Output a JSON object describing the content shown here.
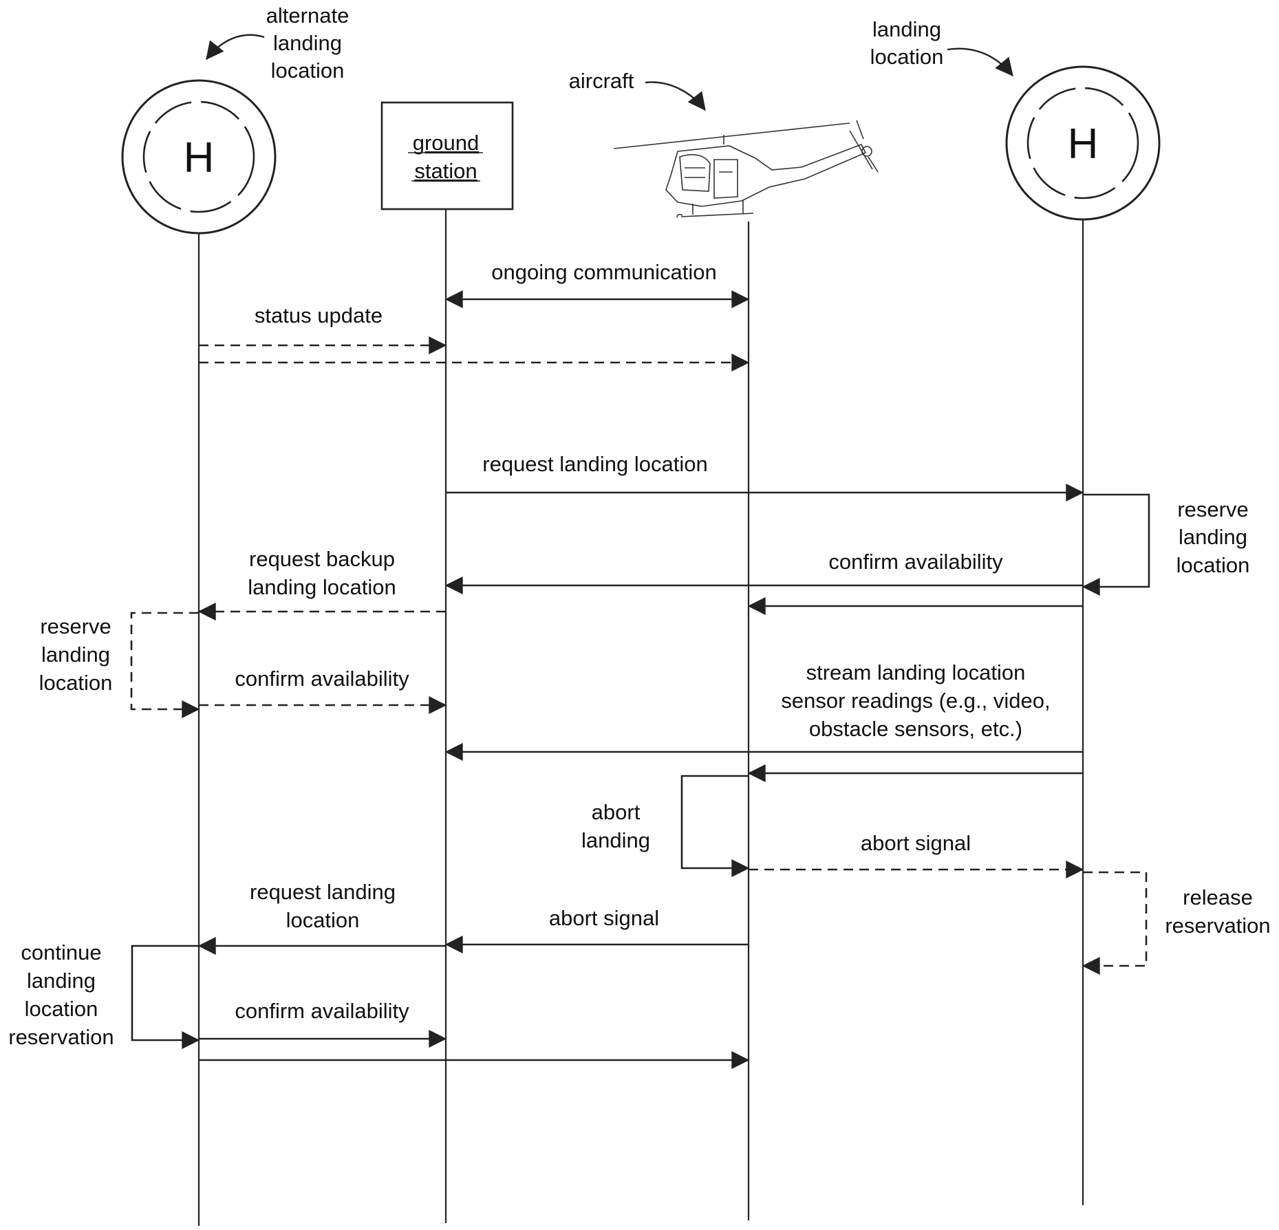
{
  "participants": {
    "alternate_landing": {
      "caption": [
        "alternate",
        "landing",
        "location"
      ],
      "pad_letter": "H"
    },
    "ground_station": {
      "caption": [
        "ground",
        "station"
      ]
    },
    "aircraft": {
      "caption": "aircraft"
    },
    "landing": {
      "caption": [
        "landing",
        "location"
      ],
      "pad_letter": "H"
    }
  },
  "messages": {
    "ongoing_communication": "ongoing communication",
    "status_update": "status update",
    "request_landing_location": "request landing location",
    "confirm_availability_primary": "confirm availability",
    "request_backup": [
      "request backup",
      "landing location"
    ],
    "confirm_availability_backup": "confirm availability",
    "stream_sensor": [
      "stream landing location",
      "sensor readings (e.g., video,",
      "obstacle sensors, etc.)"
    ],
    "abort_signal_to_landing": "abort signal",
    "request_landing_location_alt": [
      "request landing",
      "location"
    ],
    "abort_signal_to_ground": "abort signal",
    "confirm_availability_final": "confirm availability"
  },
  "self_actions": {
    "reserve_primary": [
      "reserve",
      "landing",
      "location"
    ],
    "reserve_alternate": [
      "reserve",
      "landing",
      "location"
    ],
    "abort_landing": [
      "abort",
      "landing"
    ],
    "release_reservation": [
      "release",
      "reservation"
    ],
    "continue_reservation": [
      "continue",
      "landing",
      "location",
      "reservation"
    ]
  }
}
